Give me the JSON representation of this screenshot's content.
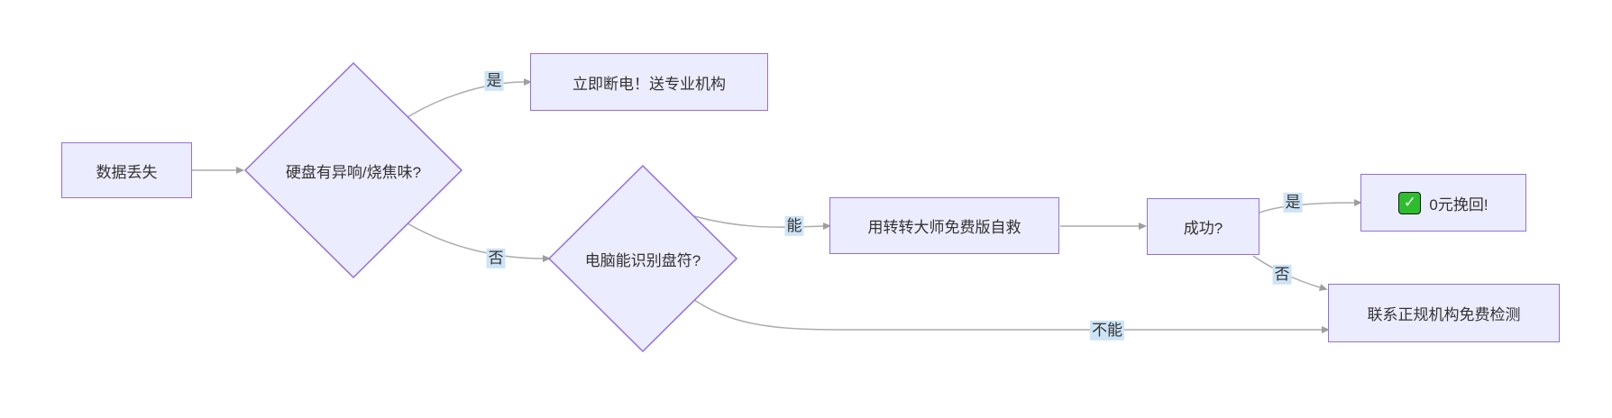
{
  "diagram_type": "flowchart",
  "nodes": {
    "A": {
      "label": "数据丢失",
      "shape": "rect"
    },
    "B": {
      "label": "硬盘有异响/烧焦味?",
      "shape": "diamond"
    },
    "C": {
      "label": "立即断电！送专业机构",
      "shape": "rect"
    },
    "D": {
      "label": "电脑能识别盘符?",
      "shape": "diamond"
    },
    "E": {
      "label": "用转转大师免费版自救",
      "shape": "rect"
    },
    "F": {
      "label": "成功?",
      "shape": "rect"
    },
    "G": {
      "label": "0元挽回!",
      "icon": "✅",
      "shape": "rect"
    },
    "H": {
      "label": "联系正规机构免费检测",
      "shape": "rect"
    }
  },
  "edges": [
    {
      "from": "A",
      "to": "B",
      "label": ""
    },
    {
      "from": "B",
      "to": "C",
      "label": "是"
    },
    {
      "from": "B",
      "to": "D",
      "label": "否"
    },
    {
      "from": "D",
      "to": "E",
      "label": "能"
    },
    {
      "from": "E",
      "to": "F",
      "label": ""
    },
    {
      "from": "F",
      "to": "G",
      "label": "是"
    },
    {
      "from": "F",
      "to": "H",
      "label": "否"
    },
    {
      "from": "D",
      "to": "H",
      "label": "不能"
    }
  ],
  "colors": {
    "node_fill": "#ECECFF",
    "node_border": "#9370DB",
    "edge_line": "#ACACAC",
    "arrow_head": "#9E9E9E",
    "edge_label_bg": "#CDE4F7",
    "text": "#333333",
    "check_green": "#2EBD2E",
    "background": "#FFFFFF"
  }
}
